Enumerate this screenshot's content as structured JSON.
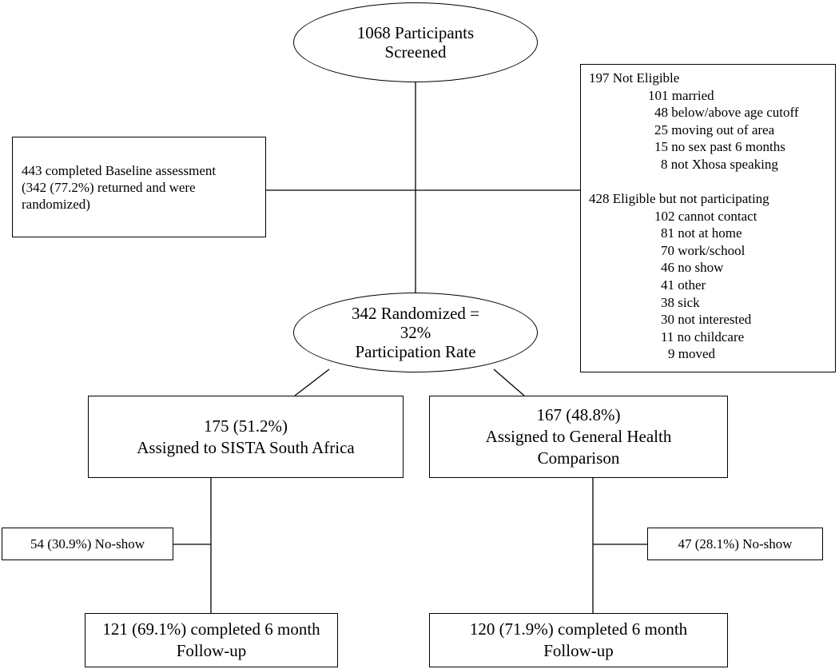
{
  "screened": {
    "lines": [
      "1068 Participants",
      "Screened"
    ]
  },
  "baseline": {
    "lines": [
      "443 completed Baseline assessment",
      "(342 (77.2%) returned and were",
      "randomized)"
    ]
  },
  "exclusions": {
    "not_eligible_header": "197 Not Eligible",
    "not_eligible_items": [
      "101 married",
      "48 below/above age cutoff",
      "25 moving out of area",
      "15 no sex past 6 months",
      "8 not Xhosa speaking"
    ],
    "not_participating_header": "428 Eligible but not participating",
    "not_participating_items": [
      "102 cannot contact",
      "81 not at home",
      "70 work/school",
      "46 no show",
      "41 other",
      "38 sick",
      "30 not interested",
      "11 no childcare",
      "9 moved"
    ]
  },
  "randomized": {
    "lines": [
      "342 Randomized =",
      "32%",
      "Participation Rate"
    ]
  },
  "arm_sista": {
    "lines": [
      "175 (51.2%)",
      "Assigned to SISTA South Africa"
    ]
  },
  "arm_general": {
    "lines": [
      "167 (48.8%)",
      "Assigned to General Health",
      "Comparison"
    ]
  },
  "noshow_sista": {
    "text": "54 (30.9%)  No-show"
  },
  "noshow_general": {
    "text": "47 (28.1%)  No-show"
  },
  "followup_sista": {
    "lines": [
      "121 (69.1%) completed 6 month",
      "Follow-up"
    ]
  },
  "followup_general": {
    "lines": [
      "120 (71.9%) completed 6 month",
      "Follow-up"
    ]
  }
}
